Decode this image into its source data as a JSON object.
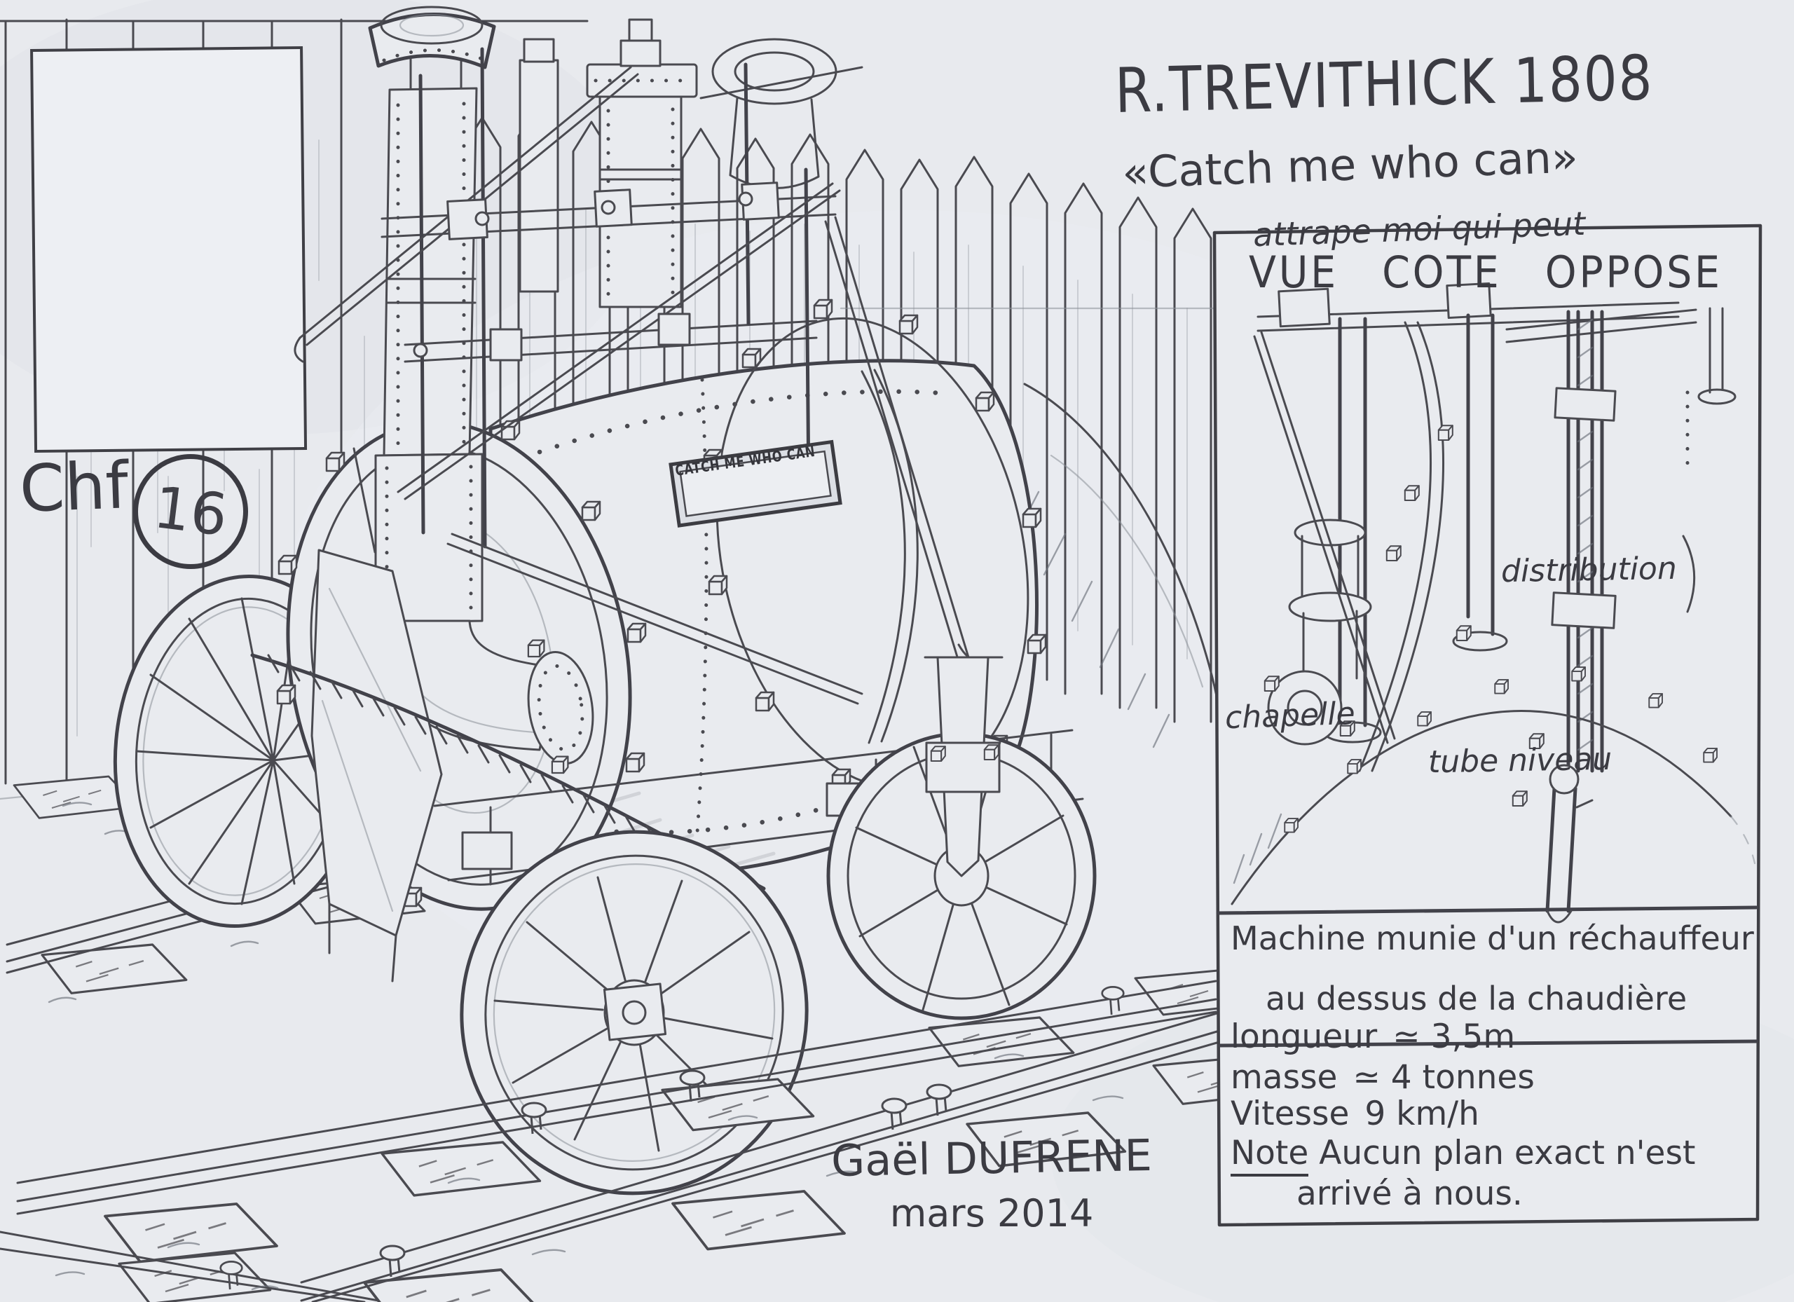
{
  "colors": {
    "paper": "#e8eaee",
    "pencil": "#4a4a50"
  },
  "header": {
    "title": "R.TREVITHICK 1808",
    "subtitle_en": "«Catch me who can»",
    "subtitle_fr": "attrape moi qui peut"
  },
  "sheet_mark": {
    "prefix": "Chf",
    "number": "16"
  },
  "nameplate": {
    "text": "CATCH ME WHO CAN"
  },
  "inset": {
    "title": "VUE COTE OPPOSE",
    "labels": [
      {
        "id": "distribution",
        "text": "distribution"
      },
      {
        "id": "chapelle",
        "text": "chapelle"
      },
      {
        "id": "tube-niveau",
        "text": "tube niveau"
      }
    ],
    "description_line1": "Machine munie d'un réchauffeur",
    "description_line2": "au dessus de la chaudière",
    "specs": [
      {
        "label": "longueur",
        "value": "≃ 3,5m"
      },
      {
        "label": "masse",
        "value": "≃ 4 tonnes"
      },
      {
        "label": "Vitesse",
        "value": "9 km/h"
      }
    ],
    "note_label": "Note",
    "note_line1": "Aucun plan exact n'est",
    "note_line2": "arrivé à nous."
  },
  "signature": {
    "artist": "Gaël DUFRENE",
    "date": "mars 2014"
  }
}
